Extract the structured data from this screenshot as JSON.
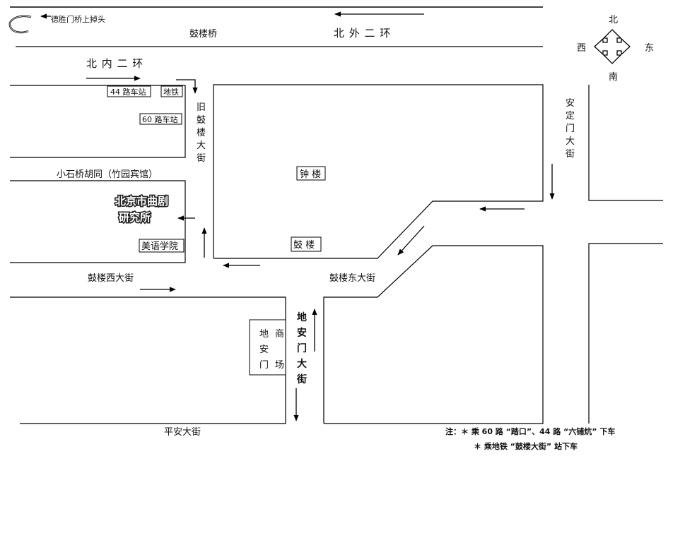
{
  "compass": {
    "north": "北",
    "south": "南",
    "west": "西",
    "east": "东"
  },
  "roads": {
    "u_turn_note": "德胜门桥上掉头",
    "gulou_bridge": "鼓楼桥",
    "north_outer_ring": "北 外 二 环",
    "north_inner_ring": "北 内 二 环",
    "old_gulou_street": [
      "旧",
      "鼓",
      "楼",
      "大",
      "街"
    ],
    "andingmen_street": [
      "安",
      "定",
      "门",
      "大",
      "街"
    ],
    "xiaoshiqiao": "小石桥胡同（竹园宾馆）",
    "gulou_west": "鼓楼西大街",
    "gulou_east": "鼓楼东大街",
    "dianmen_street": [
      "地",
      "安",
      "门",
      "大",
      "街"
    ],
    "pingan_street": "平安大街"
  },
  "places": {
    "bus_44": "44 路车站",
    "subway": "地铁",
    "bus_60": "60 路车站",
    "bell_tower": "钟 楼",
    "drum_tower": "鼓 楼",
    "institute_line1": "北京市曲剧",
    "institute_line2": "研究所",
    "language_school": "美语学院",
    "mall_col1": [
      "地",
      "安",
      "门"
    ],
    "mall_col2": [
      "商",
      "场"
    ]
  },
  "notes": {
    "line1": "注：＊ 乘 60 路 “踏口”、44 路 “六铺炕” 下车",
    "line2": "＊ 乘地铁 “鼓楼大街” 站下车"
  }
}
